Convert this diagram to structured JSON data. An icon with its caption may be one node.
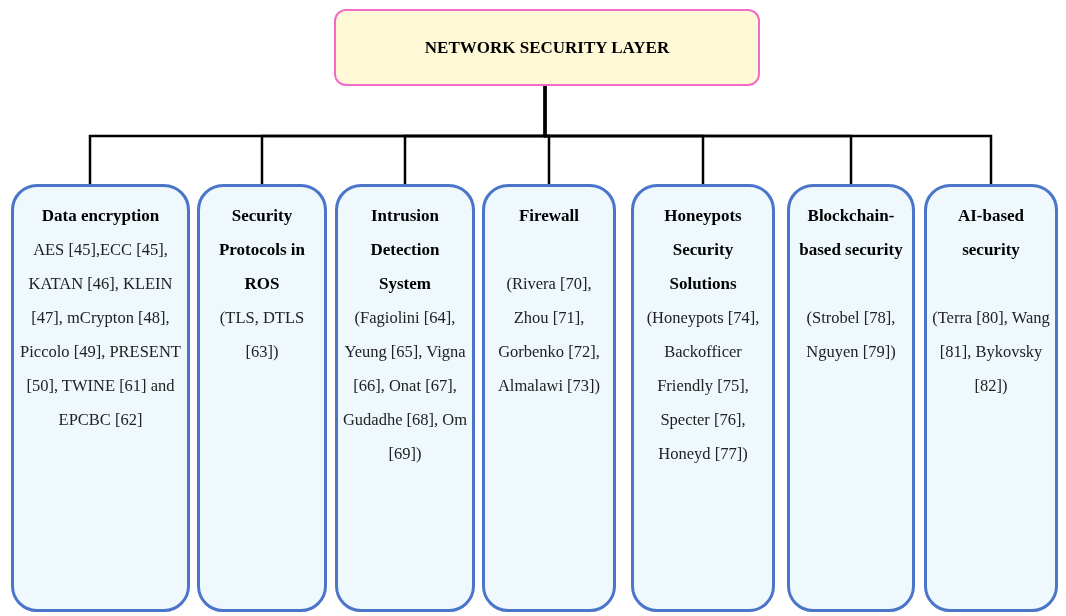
{
  "diagram": {
    "nodes": [
      {
        "text": [
          "NETWORK SECURITY LAYER"
        ]
      },
      {
        "text": [
          "Data encryption",
          "AES [45],ECC [45], KATAN [46], KLEIN [47], mCrypton [48], Piccolo [49], PRESENT [50], TWINE [61] and EPCBC [62]"
        ]
      },
      {
        "text": [
          "Security Protocols in ROS",
          "(TLS, DTLS [63])"
        ]
      },
      {
        "text": [
          "Intrusion Detection System",
          "(Fagiolini [64], Yeung [65], Vigna [66], Onat [67], Gudadhe [68], Om [69])"
        ]
      },
      {
        "text": [
          "Firewall",
          "(Rivera [70], Zhou [71], Gorbenko [72], Almalawi [73])"
        ]
      },
      {
        "text": [
          "Honeypots Security Solutions",
          "(Honeypots [74], Backofficer Friendly [75], Specter [76], Honeyd [77])"
        ]
      },
      {
        "text": [
          "Blockchain-based security",
          "(Strobel [78], Nguyen [79])"
        ]
      },
      {
        "text": [
          "AI-based security",
          "(Terra [80], Wang [81], Bykovsky [82])"
        ]
      }
    ],
    "edges": [
      {
        "from": 0,
        "to": 1,
        "arrow": "none"
      },
      {
        "from": 0,
        "to": 2,
        "arrow": "none"
      },
      {
        "from": 0,
        "to": 3,
        "arrow": "none"
      },
      {
        "from": 0,
        "to": 4,
        "arrow": "none"
      },
      {
        "from": 0,
        "to": 5,
        "arrow": "none"
      },
      {
        "from": 0,
        "to": 6,
        "arrow": "none"
      },
      {
        "from": 0,
        "to": 7,
        "arrow": "none"
      }
    ]
  }
}
